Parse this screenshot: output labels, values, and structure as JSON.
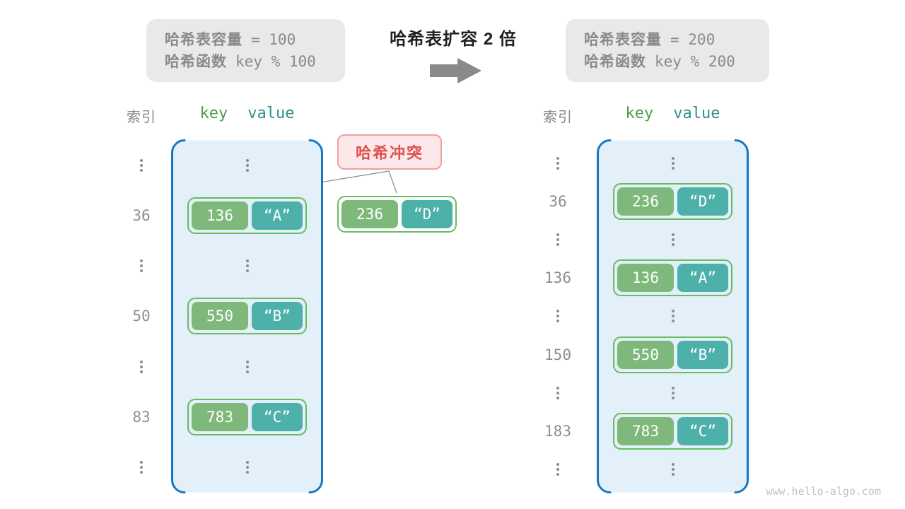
{
  "info_left": {
    "line1_label": "哈希表容量",
    "line1_value": "= 100",
    "line2_label": "哈希函数",
    "line2_value": "key % 100"
  },
  "info_right": {
    "line1_label": "哈希表容量",
    "line1_value": "= 200",
    "line2_label": "哈希函数",
    "line2_value": "key % 200"
  },
  "title": "哈希表扩容 2 倍",
  "headers": {
    "index": "索引",
    "key": "key",
    "value": "value"
  },
  "collision": {
    "label": "哈希冲突",
    "pair": {
      "key": "236",
      "value": "“D”"
    }
  },
  "left_table": {
    "rows": [
      {
        "type": "dots"
      },
      {
        "type": "pair",
        "index": "36",
        "key": "136",
        "value": "“A”"
      },
      {
        "type": "dots"
      },
      {
        "type": "pair",
        "index": "50",
        "key": "550",
        "value": "“B”"
      },
      {
        "type": "dots"
      },
      {
        "type": "pair",
        "index": "83",
        "key": "783",
        "value": "“C”"
      },
      {
        "type": "dots"
      }
    ]
  },
  "right_table": {
    "rows": [
      {
        "type": "dots"
      },
      {
        "type": "pair",
        "index": "36",
        "key": "236",
        "value": "“D”"
      },
      {
        "type": "dots"
      },
      {
        "type": "pair",
        "index": "136",
        "key": "136",
        "value": "“A”"
      },
      {
        "type": "dots"
      },
      {
        "type": "pair",
        "index": "150",
        "key": "550",
        "value": "“B”"
      },
      {
        "type": "dots"
      },
      {
        "type": "pair",
        "index": "183",
        "key": "783",
        "value": "“C”"
      },
      {
        "type": "dots"
      }
    ]
  },
  "watermark": "www.hello-algo.com",
  "colors": {
    "table_border_blue": "#1877C1",
    "table_bg_blue": "#E3EFF9",
    "key_green": "#7EB87B",
    "value_teal": "#4DB0A9",
    "pair_border_green": "#67BD60",
    "collision_text_red": "#E14F4F",
    "collision_bg_pink": "#FCE8E8",
    "collision_border_red": "#F0A0A0",
    "info_box_bg": "#E9E9E9",
    "gray_text": "#8A8A8A",
    "header_key_green": "#4C9F4C",
    "header_value_teal": "#31918A",
    "arrow_gray": "#8A8A8A",
    "watermark_gray": "#C2C2C2"
  }
}
